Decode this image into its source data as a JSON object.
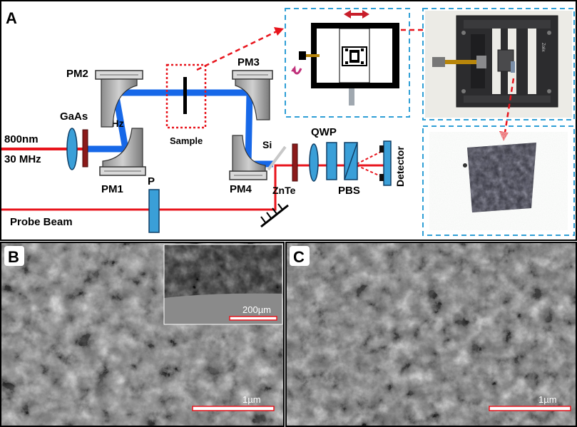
{
  "panels": {
    "a": {
      "label": "A"
    },
    "b": {
      "label": "B",
      "inset_scale": "200µm",
      "scale": "1µm"
    },
    "c": {
      "label": "C",
      "scale": "1µm"
    }
  },
  "setup": {
    "pm1": "PM1",
    "pm2": "PM2",
    "pm3": "PM3",
    "pm4": "PM4",
    "gaas": "GaAs",
    "thz": "THz",
    "laser_wavelength": "800nm",
    "laser_rate": "30 MHz",
    "sample": "Sample",
    "si": "Si",
    "znte": "ZnTe",
    "qwp": "QWP",
    "pbs": "PBS",
    "detector": "Detector",
    "polarizer": "P",
    "probe_beam": "Probe Beam",
    "stage_brand": "Zolix"
  },
  "colors": {
    "beam_thz": "#1768e8",
    "beam_laser": "#e8141c",
    "callout": "#2f9fd6",
    "optic": "#3a9fd8",
    "dark_red": "#8b1a1a"
  }
}
